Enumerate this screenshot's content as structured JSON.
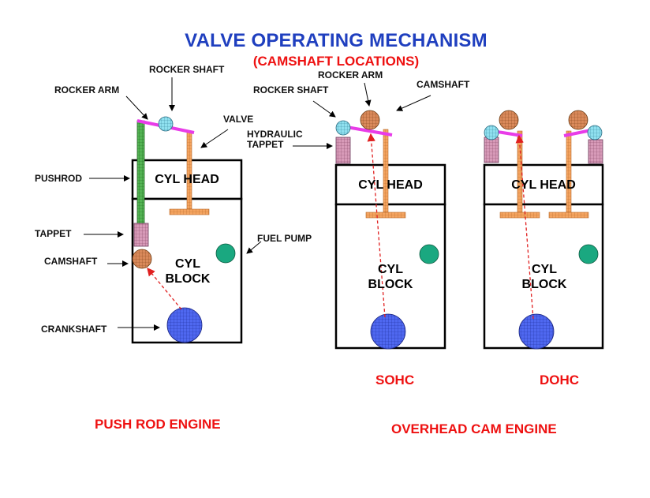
{
  "title": "VALVE OPERATING MECHANISM",
  "subtitle": "(CAMSHAFT LOCATIONS)",
  "pushrod_engine": {
    "heading": "PUSH ROD ENGINE",
    "labels": {
      "rocker_shaft": "ROCKER SHAFT",
      "rocker_arm": "ROCKER ARM",
      "valve": "VALVE",
      "pushrod": "PUSHROD",
      "tappet": "TAPPET",
      "camshaft": "CAMSHAFT",
      "fuel_pump": "FUEL PUMP",
      "crankshaft": "CRANKSHAFT"
    },
    "cyl_head": "CYL HEAD",
    "cyl_block_line1": "CYL",
    "cyl_block_line2": "BLOCK"
  },
  "overhead_cam_engine": {
    "heading": "OVERHEAD CAM ENGINE",
    "labels": {
      "rocker_arm": "ROCKER ARM",
      "rocker_shaft": "ROCKER SHAFT",
      "camshaft": "CAMSHAFT",
      "hydraulic_tappet_line1": "HYDRAULIC",
      "hydraulic_tappet_line2": "TAPPET"
    },
    "sohc": {
      "label": "SOHC",
      "cyl_head": "CYL HEAD",
      "cyl_block_line1": "CYL",
      "cyl_block_line2": "BLOCK"
    },
    "dohc": {
      "label": "DOHC",
      "cyl_head": "CYL HEAD",
      "cyl_block_line1": "CYL",
      "cyl_block_line2": "BLOCK"
    }
  },
  "colors": {
    "title": "#1f3fbf",
    "red_text": "#ee1111",
    "rocker_arm": "#e83ce8",
    "pushrod": "#3c9a3c",
    "valve_stem": "#f4a460",
    "tappet": "#c88aa8",
    "camshaft": "#d2844f",
    "rocker_shaft": "#7fd4e8",
    "fuel_pump": "#1aa880",
    "crankshaft": "#4055e0",
    "drive_line": "#e02020"
  }
}
